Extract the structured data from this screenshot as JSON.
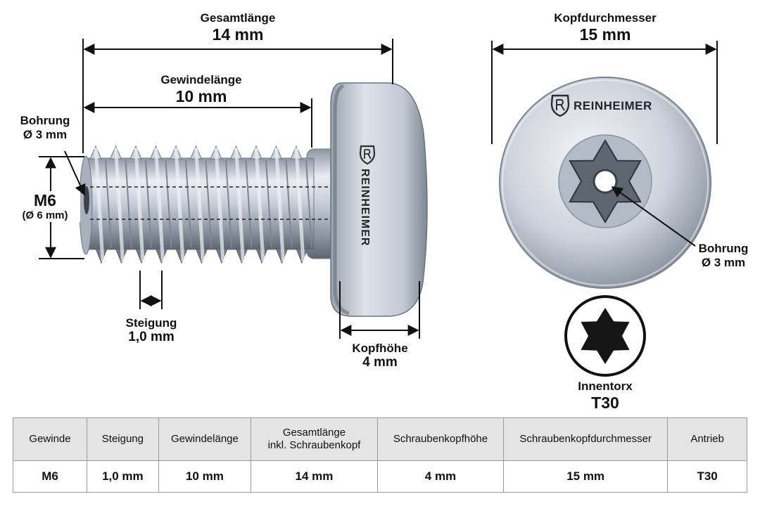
{
  "labels": {
    "gesamtlaenge_title": "Gesamtlänge",
    "gesamtlaenge_value": "14 mm",
    "gewindelaenge_title": "Gewindelänge",
    "gewindelaenge_value": "10 mm",
    "bohrung_side_title": "Bohrung",
    "bohrung_side_value": "Ø 3 mm",
    "m6_title": "M6",
    "m6_value": "(Ø 6 mm)",
    "steigung_title": "Steigung",
    "steigung_value": "1,0 mm",
    "kopfhoehe_title": "Kopfhöhe",
    "kopfhoehe_value": "4 mm",
    "kopfdurchmesser_title": "Kopfdurchmesser",
    "kopfdurchmesser_value": "15 mm",
    "bohrung_top_title": "Bohrung",
    "bohrung_top_value": "Ø 3 mm",
    "innentorx_title": "Innentorx",
    "innentorx_value": "T30"
  },
  "brand": "REINHEIMER",
  "table": {
    "headers": [
      "Gewinde",
      "Steigung",
      "Gewindelänge",
      "Gesamtlänge|inkl. Schraubenkopf",
      "Schraubenkopfhöhe",
      "Schraubenkopfdurchmesser",
      "Antrieb"
    ],
    "row": [
      "M6",
      "1,0 mm",
      "10 mm",
      "14 mm",
      "4 mm",
      "15 mm",
      "T30"
    ]
  },
  "colors": {
    "metal_light": "#eef1f6",
    "metal_mid": "#b9c2cd",
    "metal_dark": "#6f7884",
    "line": "#111111"
  }
}
